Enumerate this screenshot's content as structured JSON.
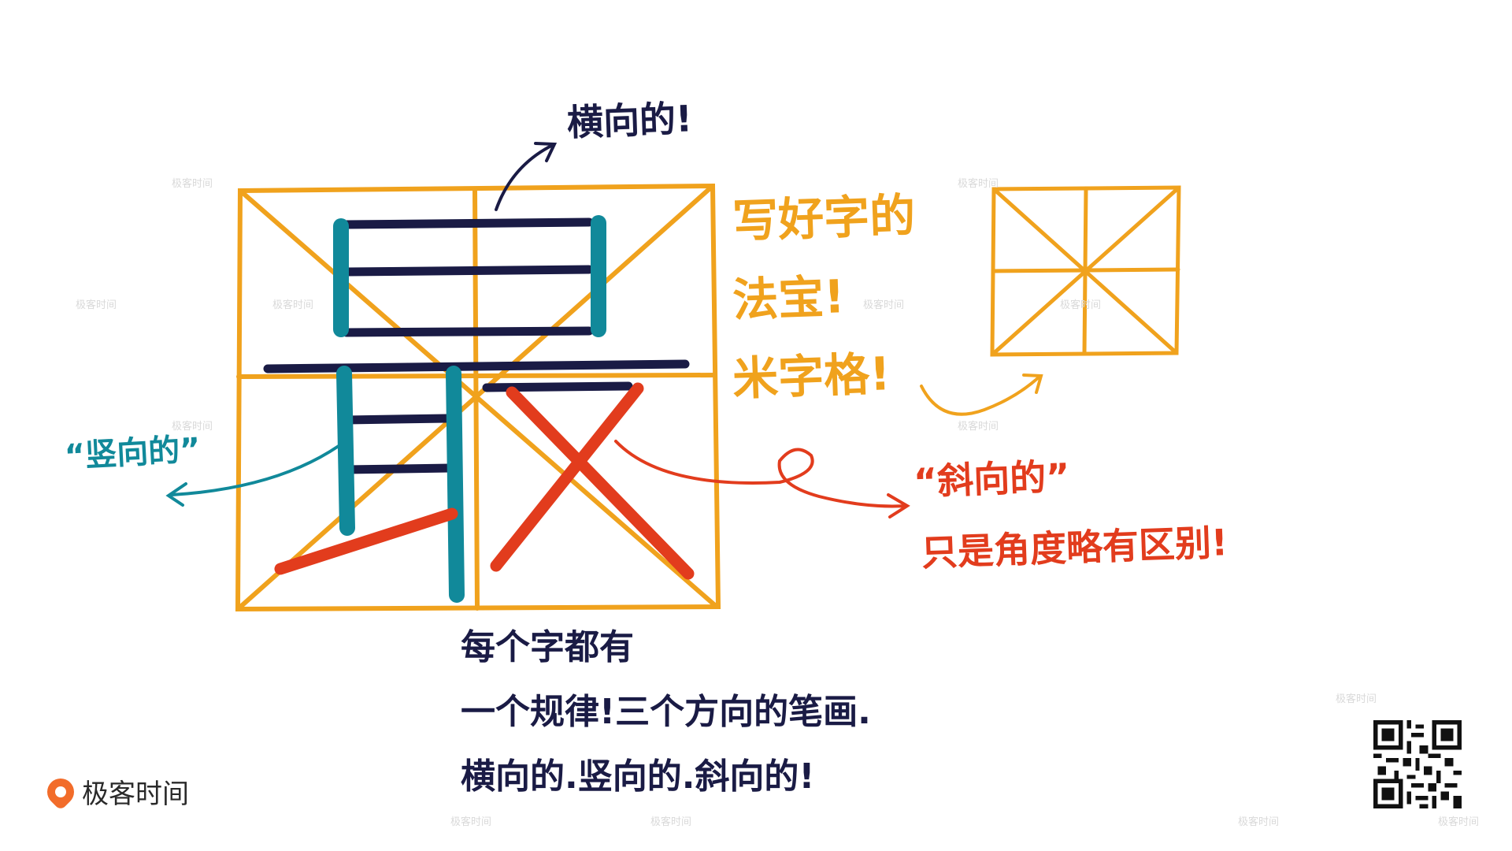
{
  "labels": {
    "horizontal": "横向的!",
    "vertical": "“竖向的”",
    "slant_title": "“斜向的”",
    "slant_note": "只是角度略有区别!"
  },
  "orange_notes": [
    "写好字的",
    "法宝!",
    "米字格!"
  ],
  "bottom_notes": [
    "每个字都有",
    "一个规律!三个方向的笔画.",
    "横向的.竖向的.斜向的!"
  ],
  "brand": {
    "name": "极客时间"
  },
  "watermark": "极客时间",
  "colors": {
    "grid": "#f0a21d",
    "horizontal": "#1a1b45",
    "vertical": "#11899a",
    "slant": "#e23c1d"
  },
  "icons": {
    "brand_logo": "geektime-logo",
    "qr": "qr-code"
  }
}
